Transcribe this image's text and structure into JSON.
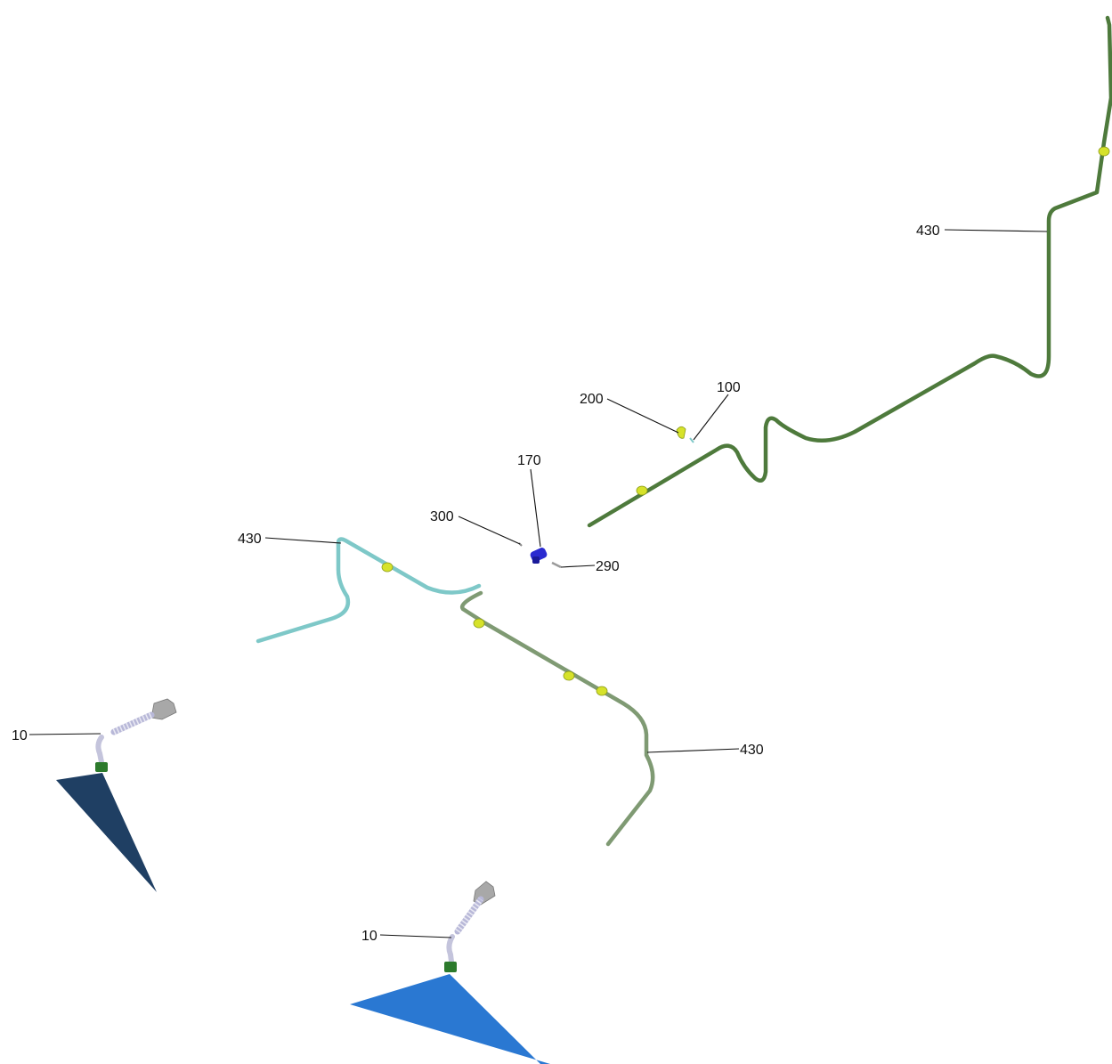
{
  "callouts": {
    "c430_top": "430",
    "c100": "100",
    "c200": "200",
    "c170": "170",
    "c300": "300",
    "c290": "290",
    "c430_left": "430",
    "c430_right": "430",
    "c10_left": "10",
    "c10_bottom": "10"
  },
  "colors": {
    "pipe_dark_green": "#4e7a3c",
    "pipe_cyan": "#7ec8c8",
    "pipe_sage": "#7f9a73",
    "clip_yellow": "#d6e22a",
    "connector_blue": "#2a2ad0",
    "cone_navy": "#1f3f63",
    "cone_blue": "#2a78d2",
    "nozzle_green": "#2c7a2c"
  },
  "icons": [
    "pipe-clip-icon",
    "quick-connector-icon",
    "nozzle-assembly-icon",
    "spray-cone-icon"
  ]
}
